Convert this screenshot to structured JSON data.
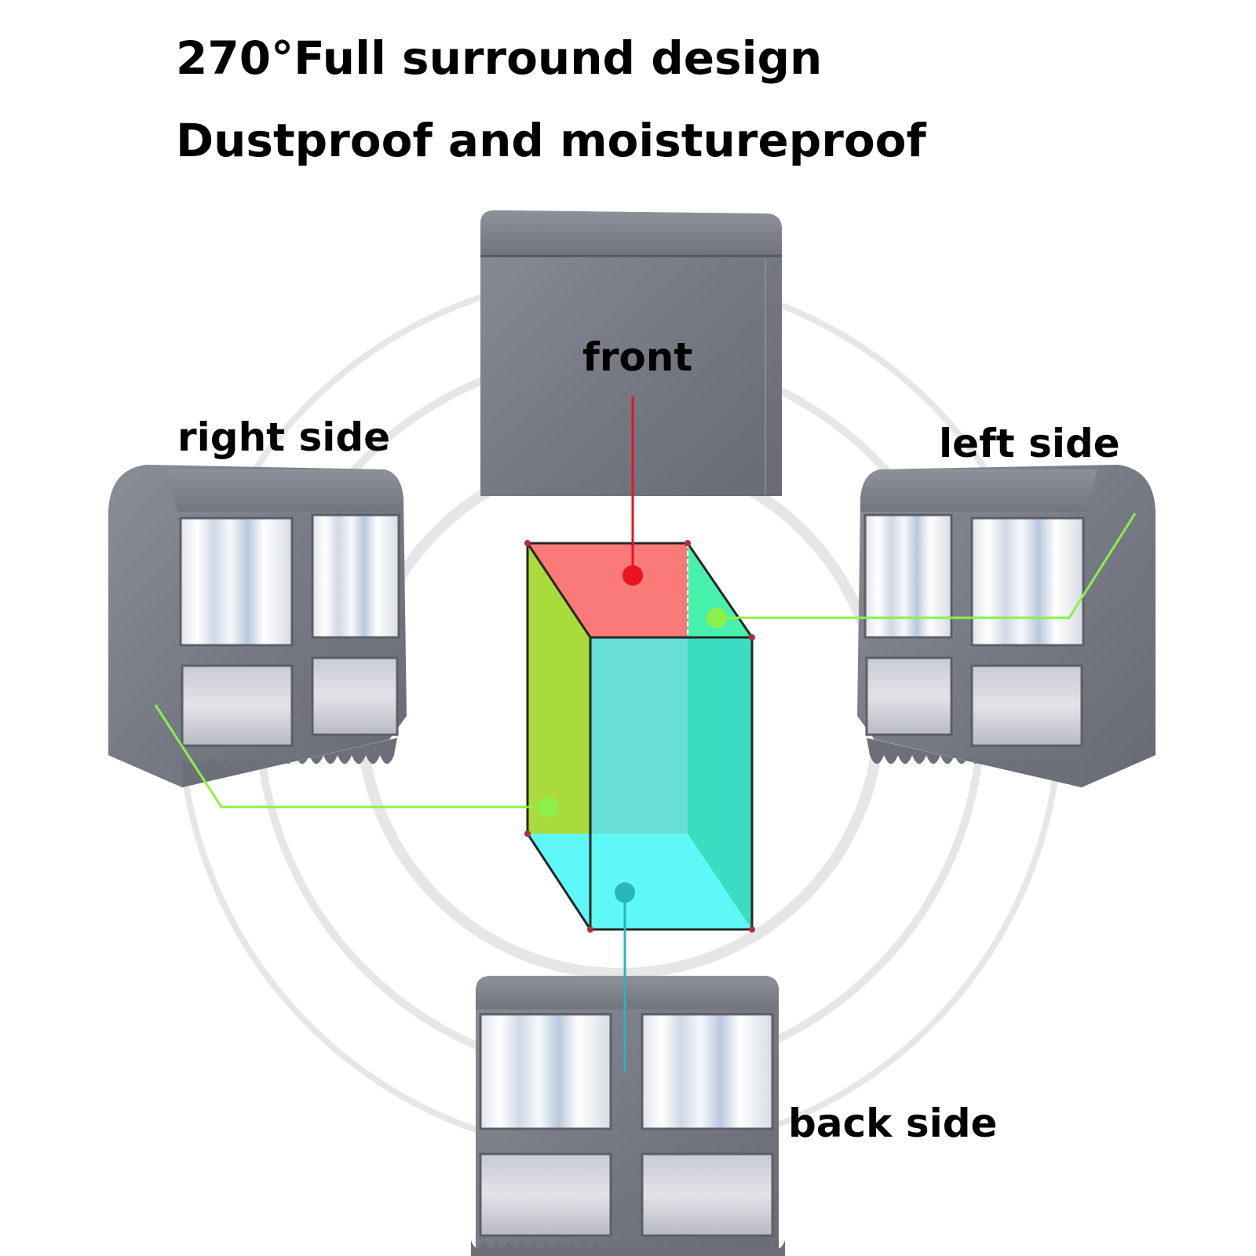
{
  "headline": {
    "line1": "270°Full surround design",
    "line2": "Dustproof and moistureproof"
  },
  "views": {
    "front": "front",
    "right": "right side",
    "left": "left side",
    "back": "back side"
  },
  "colors": {
    "front_face": "#f97a78",
    "right_face": "#a4d92f",
    "left_face": "#3ef0a6",
    "back_face": "#5ff8f8",
    "front_marker": "#e8141e",
    "side_marker": "#8cf04a",
    "back_marker": "#29b6b8",
    "cover_fabric": "#7d7f8a",
    "rings": "#e4e4e4"
  }
}
